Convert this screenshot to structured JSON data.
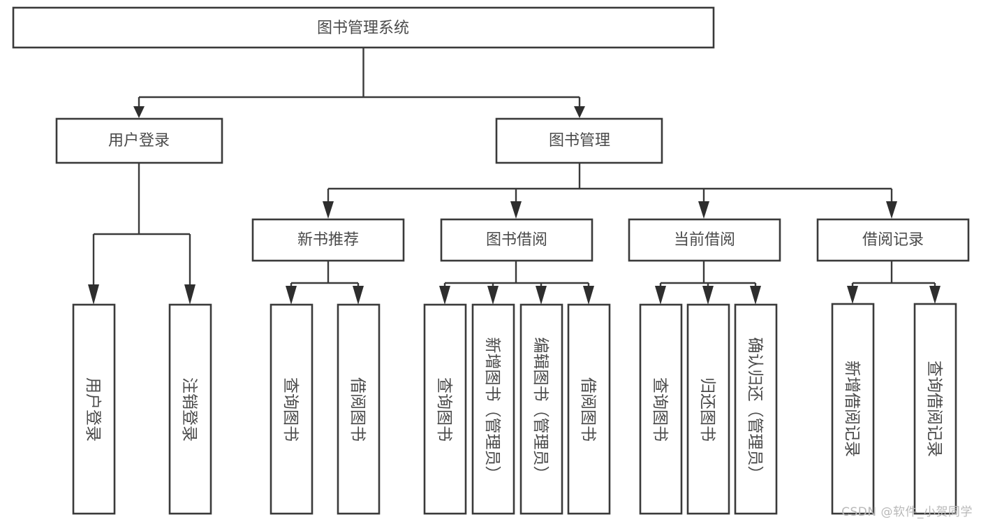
{
  "diagram": {
    "type": "tree",
    "title": "图书管理系统",
    "root": {
      "id": "root",
      "label": "图书管理系统"
    },
    "level2": [
      {
        "id": "user-login",
        "label": "用户登录"
      },
      {
        "id": "book-manage",
        "label": "图书管理"
      }
    ],
    "level3": [
      {
        "id": "new-book-recommend",
        "label": "新书推荐",
        "parent": "book-manage"
      },
      {
        "id": "book-borrow",
        "label": "图书借阅",
        "parent": "book-manage"
      },
      {
        "id": "current-borrow",
        "label": "当前借阅",
        "parent": "book-manage"
      },
      {
        "id": "borrow-record",
        "label": "借阅记录",
        "parent": "book-manage"
      }
    ],
    "leaves": {
      "user-login": [
        {
          "id": "leaf-user-login",
          "label": "用户登录"
        },
        {
          "id": "leaf-user-logout",
          "label": "注销登录"
        }
      ],
      "new-book-recommend": [
        {
          "id": "leaf-query-book-1",
          "label": "查询图书"
        },
        {
          "id": "leaf-borrow-book-1",
          "label": "借阅图书"
        }
      ],
      "book-borrow": [
        {
          "id": "leaf-query-book-2",
          "label": "查询图书"
        },
        {
          "id": "leaf-add-book",
          "label": "新增图书（管理员）"
        },
        {
          "id": "leaf-edit-book",
          "label": "编辑图书（管理员）"
        },
        {
          "id": "leaf-borrow-book-2",
          "label": "借阅图书"
        }
      ],
      "current-borrow": [
        {
          "id": "leaf-query-book-3",
          "label": "查询图书"
        },
        {
          "id": "leaf-return-book",
          "label": "归还图书"
        },
        {
          "id": "leaf-confirm-return",
          "label": "确认归还（管理员）"
        }
      ],
      "borrow-record": [
        {
          "id": "leaf-add-record",
          "label": "新增借阅记录"
        },
        {
          "id": "leaf-query-record",
          "label": "查询借阅记录"
        }
      ]
    },
    "colors": {
      "box_stroke": "#3a3a3a",
      "connector": "#3a3a3a",
      "text": "#4a4a4a",
      "background": "#ffffff",
      "watermark": "#b9b9b9"
    }
  },
  "watermark": {
    "text": "CSDN @软件_小贺同学"
  }
}
